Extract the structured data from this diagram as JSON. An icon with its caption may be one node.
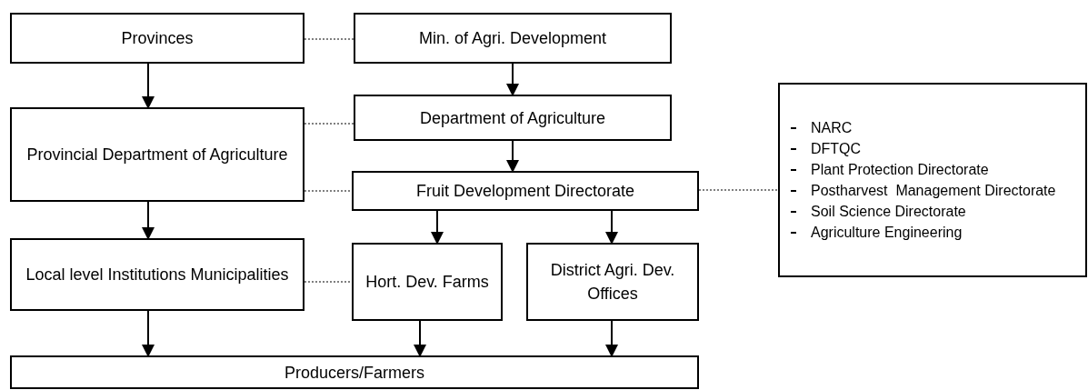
{
  "diagram": {
    "nodes": [
      {
        "text": [
          "Provinces"
        ]
      },
      {
        "text": [
          "Min. of Agri. Development"
        ]
      },
      {
        "text": [
          "Department of Agriculture"
        ]
      },
      {
        "text": [
          "Provincial Department of Agriculture"
        ]
      },
      {
        "text": [
          "Fruit Development Directorate"
        ]
      },
      {
        "text": [
          "NARC",
          "DFTQC",
          "Plant Protection Directorate",
          "Postharvest  Management Directorate",
          "Soil Science Directorate",
          "Agriculture Engineering"
        ]
      },
      {
        "text": [
          "Local level Institutions Municipalities"
        ]
      },
      {
        "text": [
          "Hort. Dev. Farms"
        ]
      },
      {
        "text": [
          "District Agri. Dev. Offices"
        ]
      },
      {
        "text": [
          "Producers/Farmers"
        ]
      }
    ],
    "edges": [
      {
        "from": 0,
        "to": 1,
        "arrow": "none",
        "style": "dashed"
      },
      {
        "from": 0,
        "to": 3,
        "arrow": "to"
      },
      {
        "from": 1,
        "to": 2,
        "arrow": "to"
      },
      {
        "from": 3,
        "to": 2,
        "arrow": "none",
        "style": "dashed"
      },
      {
        "from": 2,
        "to": 4,
        "arrow": "to"
      },
      {
        "from": 3,
        "to": 4,
        "arrow": "none",
        "style": "dashed"
      },
      {
        "from": 4,
        "to": 5,
        "arrow": "none",
        "style": "dashed"
      },
      {
        "from": 3,
        "to": 6,
        "arrow": "to"
      },
      {
        "from": 4,
        "to": 7,
        "arrow": "to"
      },
      {
        "from": 4,
        "to": 8,
        "arrow": "to"
      },
      {
        "from": 6,
        "to": 7,
        "arrow": "none",
        "style": "dashed"
      },
      {
        "from": 6,
        "to": 9,
        "arrow": "to"
      },
      {
        "from": 7,
        "to": 9,
        "arrow": "to"
      },
      {
        "from": 8,
        "to": 9,
        "arrow": "to"
      }
    ]
  }
}
